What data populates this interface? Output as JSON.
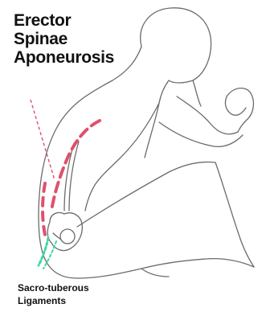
{
  "labels": {
    "erector_line1": "Erector",
    "erector_line2": "Spinae",
    "erector_line3": "Aponeurosis",
    "sacro_line1": "Sacro-tuberous",
    "sacro_line2": "Ligaments"
  },
  "colors": {
    "outline": "#6b6b6b",
    "erector_highlight": "#e0506e",
    "sacro_highlight": "#3ed9a0",
    "text": "#111111"
  }
}
